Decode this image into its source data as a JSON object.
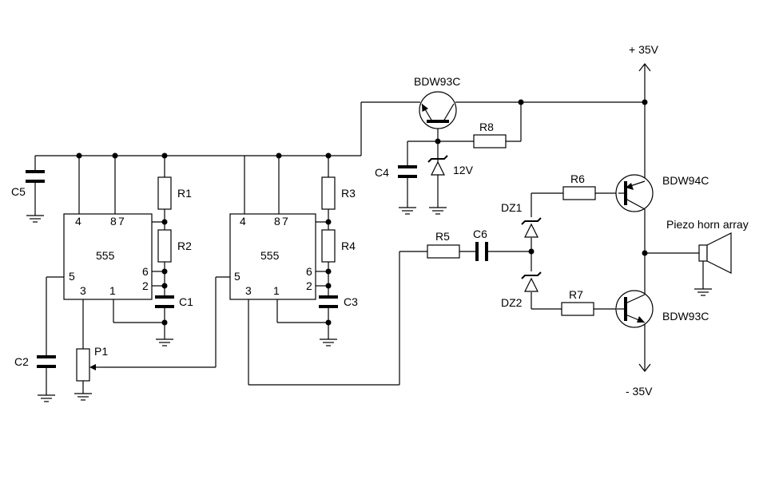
{
  "supply": {
    "positive": "+ 35V",
    "negative": "- 35V"
  },
  "chips": [
    {
      "label": "555",
      "pins": {
        "p4": "4",
        "p8": "8",
        "p7": "7",
        "p6": "6",
        "p2": "2",
        "p5": "5",
        "p3": "3",
        "p1": "1"
      }
    },
    {
      "label": "555",
      "pins": {
        "p4": "4",
        "p8": "8",
        "p7": "7",
        "p6": "6",
        "p2": "2",
        "p5": "5",
        "p3": "3",
        "p1": "1"
      }
    }
  ],
  "resistors": {
    "r1": "R1",
    "r2": "R2",
    "r3": "R3",
    "r4": "R4",
    "r5": "R5",
    "r6": "R6",
    "r7": "R7",
    "r8": "R8"
  },
  "capacitors": {
    "c1": "C1",
    "c2": "C2",
    "c3": "C3",
    "c4": "C4",
    "c5": "C5",
    "c6": "C6"
  },
  "potentiometer": "P1",
  "zeners": {
    "z12": "12V",
    "dz1": "DZ1",
    "dz2": "DZ2"
  },
  "transistors": {
    "q_pass": "BDW93C",
    "q_upper": "BDW94C",
    "q_lower": "BDW93C"
  },
  "load": "Piezo horn  array"
}
